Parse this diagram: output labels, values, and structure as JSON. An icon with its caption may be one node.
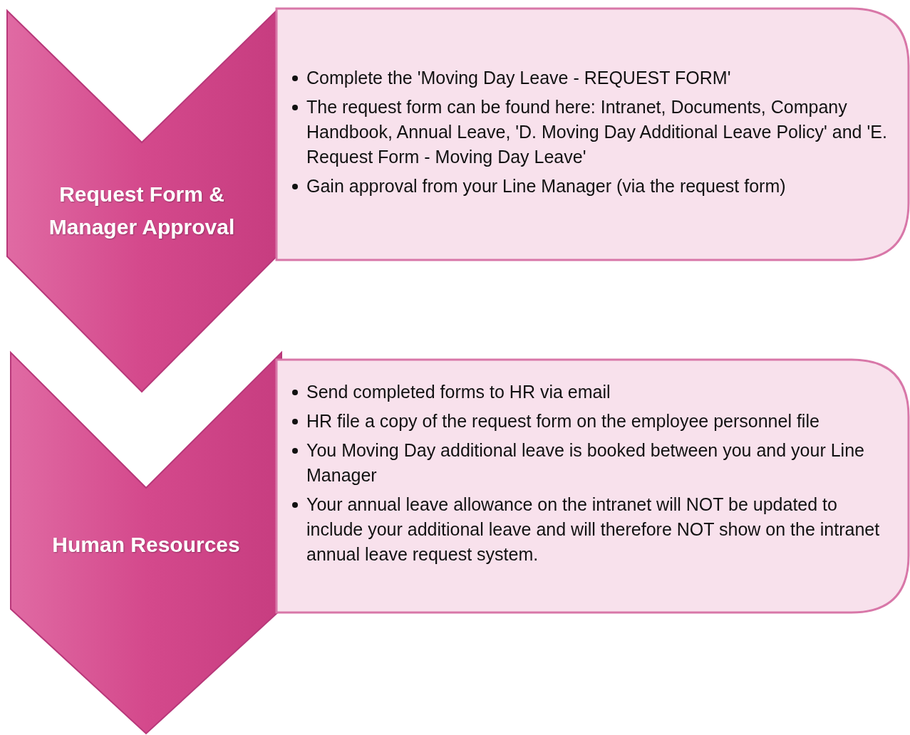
{
  "diagram": {
    "nodes": [
      {
        "text": [
          "Request Form & Manager Approval"
        ]
      },
      {
        "text": [
          "Complete the 'Moving Day Leave - REQUEST FORM'",
          "The request form can be found here: Intranet, Documents, Company  Handbook, Annual Leave, 'D. Moving Day Additional Leave Policy' and 'E. Request Form - Moving Day Leave'",
          "Gain approval from your Line Manager (via the request form)"
        ]
      },
      {
        "text": [
          "Human Resources"
        ]
      },
      {
        "text": [
          "Send completed forms to HR via email",
          "HR file a copy of the request form on the employee personnel file",
          "You Moving Day additional leave is booked between you and your Line Manager",
          "Your annual leave allowance on the intranet will NOT be updated to include your additional leave and will therefore NOT show on the intranet annual leave request system."
        ]
      }
    ]
  }
}
